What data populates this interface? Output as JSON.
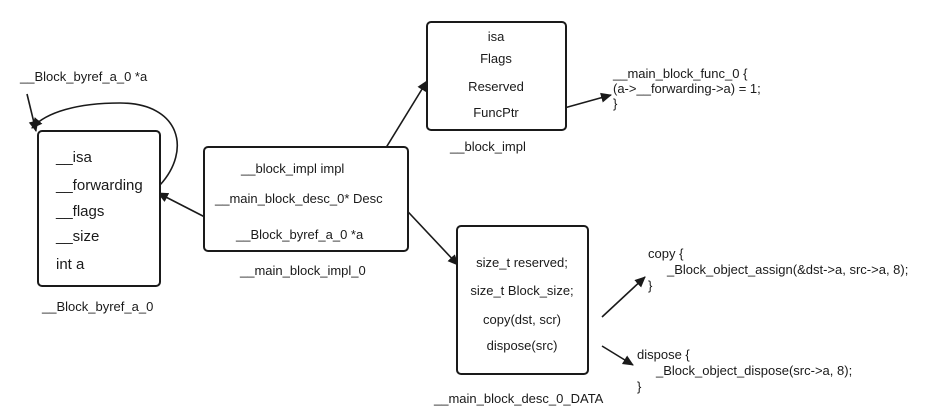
{
  "byref_pointer_label": "__Block_byref_a_0 *a",
  "byref_struct": {
    "fields": [
      "__isa",
      "__forwarding",
      "__flags",
      "__size",
      "int a"
    ],
    "caption": "__Block_byref_a_0"
  },
  "impl_struct": {
    "fields": [
      "__block_impl impl",
      "__main_block_desc_0* Desc",
      "__Block_byref_a_0 *a"
    ],
    "caption": "__main_block_impl_0"
  },
  "block_impl": {
    "fields": [
      "isa",
      "Flags",
      "Reserved",
      "FuncPtr"
    ],
    "caption": "__block_impl"
  },
  "func_code": [
    "__main_block_func_0 {",
    "(a->__forwarding->a) = 1;",
    "}"
  ],
  "desc_struct": {
    "fields": [
      "size_t reserved;",
      "size_t Block_size;",
      "copy(dst, scr)",
      "dispose(src)"
    ],
    "caption": "__main_block_desc_0_DATA"
  },
  "copy_code": [
    "copy {",
    "_Block_object_assign(&dst->a, src->a, 8);",
    "}"
  ],
  "dispose_code": [
    "dispose {",
    "_Block_object_dispose(src->a, 8);",
    "}"
  ]
}
